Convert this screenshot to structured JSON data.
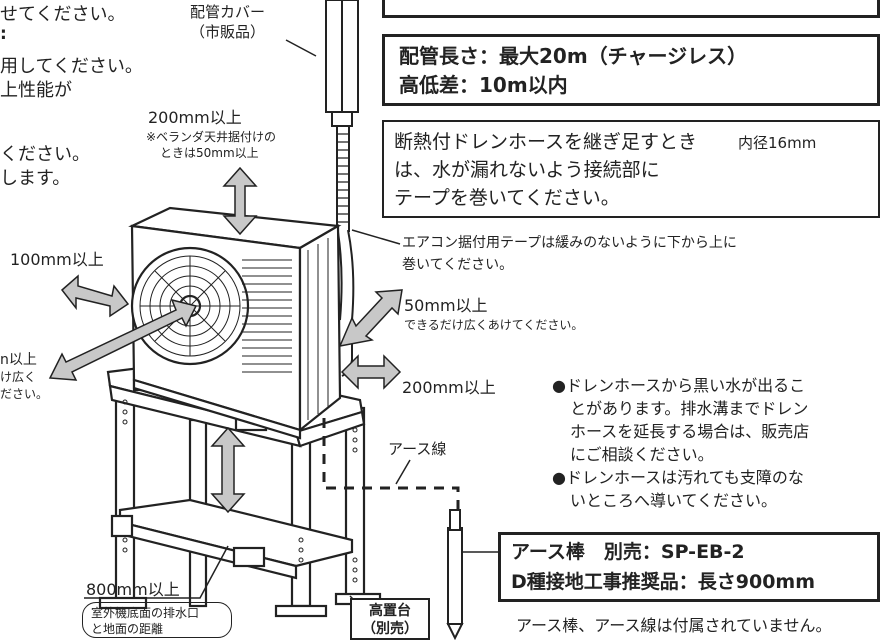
{
  "topleft": {
    "line1": "せてください。",
    "line2": ":",
    "line3": "用してください。",
    "line4": "上性能が",
    "line5": "ください。",
    "line6": "します。"
  },
  "cover": {
    "line1": "配管カバー",
    "line2": "（市販品）"
  },
  "pipe_box": {
    "line1": "配管長さ：最大20m（チャージレス）",
    "line2": "高低差：10m以内"
  },
  "drain_box": {
    "line1": "断熱付ドレンホースを継ぎ足すとき",
    "line2": "は、水が漏れないよう接続部に",
    "line3": "テープを巻いてください。",
    "inner_diameter": "内径16mm"
  },
  "top_clearance": {
    "value": "200mm以上",
    "note1": "※ベランダ天井据付けの",
    "note2": "ときは50mm以上"
  },
  "tape_note": {
    "line1": "エアコン据付用テープは緩みのないように下から上に",
    "line2": "巻いてください。"
  },
  "left_clearance": "100mm以上",
  "back_clearance": {
    "line1": "n以上",
    "line2": "け広く",
    "line3": "ださい。"
  },
  "right_clearance": {
    "value": "50mm以上",
    "note": "できるだけ広くあけてください。"
  },
  "front_clearance": "200mm以上",
  "bullets": {
    "item1": [
      "●ドレンホースから黒い水が出るこ",
      "とがあります。排水溝までドレン",
      "ホースを延長する場合は、販売店",
      "にご相談ください。"
    ],
    "item2": [
      "●ドレンホースは汚れても支障のな",
      "いところへ導いてください。"
    ]
  },
  "earth_wire": "アース線",
  "earth_box": {
    "line1": "アース棒　別売：SP-EB-2",
    "line2": "D種接地工事推奨品：長さ900mm"
  },
  "earth_footer": "アース棒、アース線は付属されていません。",
  "bottom_clearance": {
    "value": "800mm以上",
    "note1": "室外機底面の排水口",
    "note2": "と地面の距離"
  },
  "stand": {
    "line1": "高置台",
    "line2": "（別売）"
  },
  "colors": {
    "arrow_fill": "#c8c8c8",
    "line": "#222222"
  }
}
